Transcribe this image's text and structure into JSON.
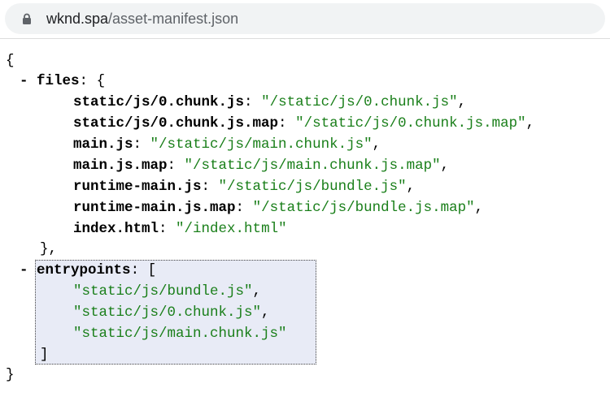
{
  "browser": {
    "url_host": "wknd.spa",
    "url_path": "/asset-manifest.json"
  },
  "json": {
    "open_brace": "{",
    "close_brace": "}",
    "toggle": "-",
    "files": {
      "key": "files",
      "open": "{",
      "close": "},",
      "entries": [
        {
          "key": "static/js/0.chunk.js",
          "value": "\"/static/js/0.chunk.js\"",
          "comma": ","
        },
        {
          "key": "static/js/0.chunk.js.map",
          "value": "\"/static/js/0.chunk.js.map\"",
          "comma": ","
        },
        {
          "key": "main.js",
          "value": "\"/static/js/main.chunk.js\"",
          "comma": ","
        },
        {
          "key": "main.js.map",
          "value": "\"/static/js/main.chunk.js.map\"",
          "comma": ","
        },
        {
          "key": "runtime-main.js",
          "value": "\"/static/js/bundle.js\"",
          "comma": ","
        },
        {
          "key": "runtime-main.js.map",
          "value": "\"/static/js/bundle.js.map\"",
          "comma": ","
        },
        {
          "key": "index.html",
          "value": "\"/index.html\"",
          "comma": ""
        }
      ]
    },
    "entrypoints": {
      "key": "entrypoints",
      "open": "[",
      "close": "]",
      "items": [
        {
          "value": "\"static/js/bundle.js\"",
          "comma": ","
        },
        {
          "value": "\"static/js/0.chunk.js\"",
          "comma": ","
        },
        {
          "value": "\"static/js/main.chunk.js\"",
          "comma": ""
        }
      ]
    }
  },
  "colors": {
    "string": "#1a7f1a",
    "highlight": "#e8ebf6"
  }
}
